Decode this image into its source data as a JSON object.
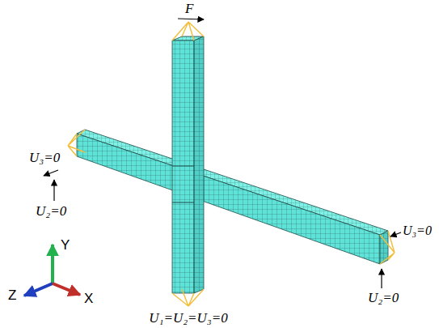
{
  "diagram": {
    "labels": [
      "F",
      "U₃=0",
      "U₂=0",
      "U₃=0",
      "U₂=0",
      "U₁=U₂=U₃=0",
      "Y",
      "Z",
      "X"
    ]
  }
}
